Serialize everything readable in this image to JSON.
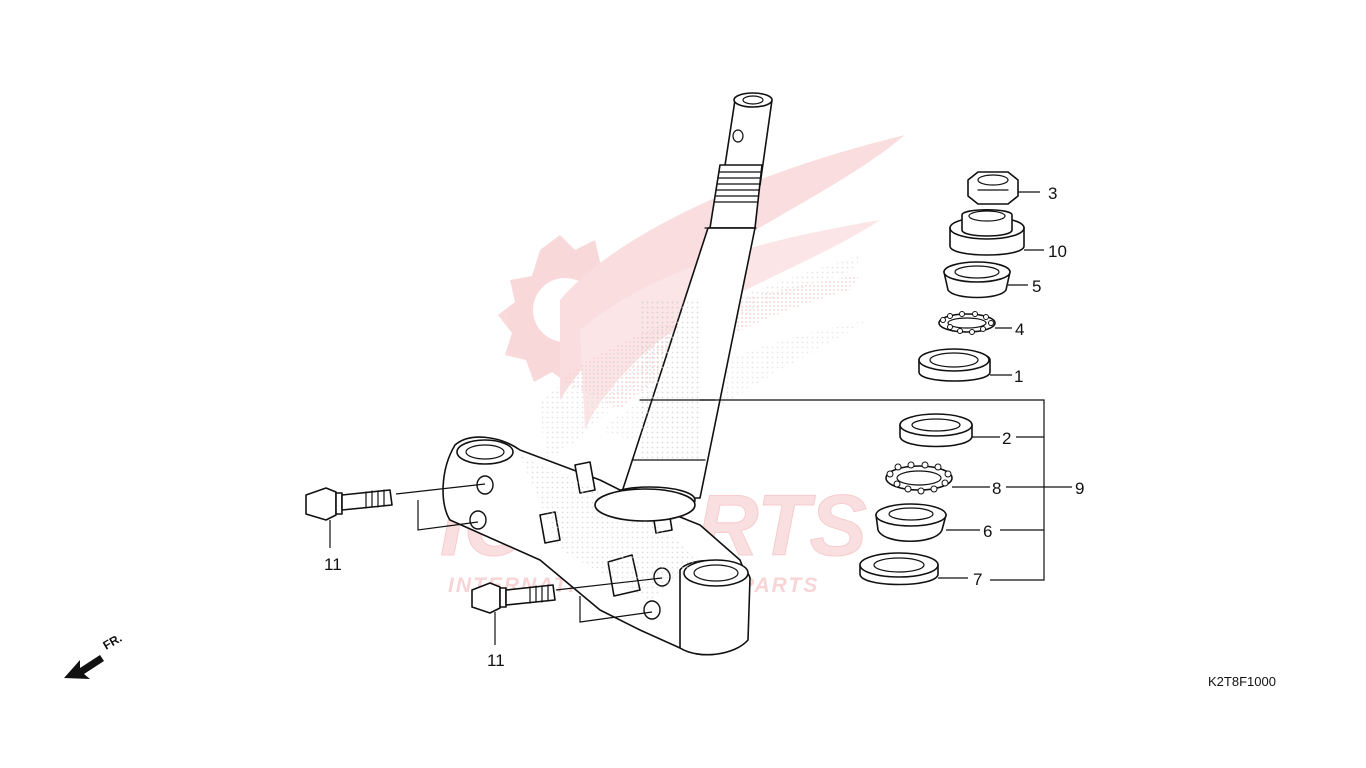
{
  "diagram_code": "K2T8F1000",
  "front_indicator": "FR.",
  "watermark": {
    "brand": "ICSPARTS",
    "tagline": "INTERNATIONAL SPARE PARTS",
    "color": "#e8313a"
  },
  "callouts": [
    {
      "id": "c1",
      "label": "1"
    },
    {
      "id": "c2",
      "label": "2"
    },
    {
      "id": "c3",
      "label": "3"
    },
    {
      "id": "c4",
      "label": "4"
    },
    {
      "id": "c5",
      "label": "5"
    },
    {
      "id": "c6",
      "label": "6"
    },
    {
      "id": "c7",
      "label": "7"
    },
    {
      "id": "c8",
      "label": "8"
    },
    {
      "id": "c9",
      "label": "9"
    },
    {
      "id": "c10",
      "label": "10"
    },
    {
      "id": "c11a",
      "label": "11"
    },
    {
      "id": "c11b",
      "label": "11"
    }
  ]
}
